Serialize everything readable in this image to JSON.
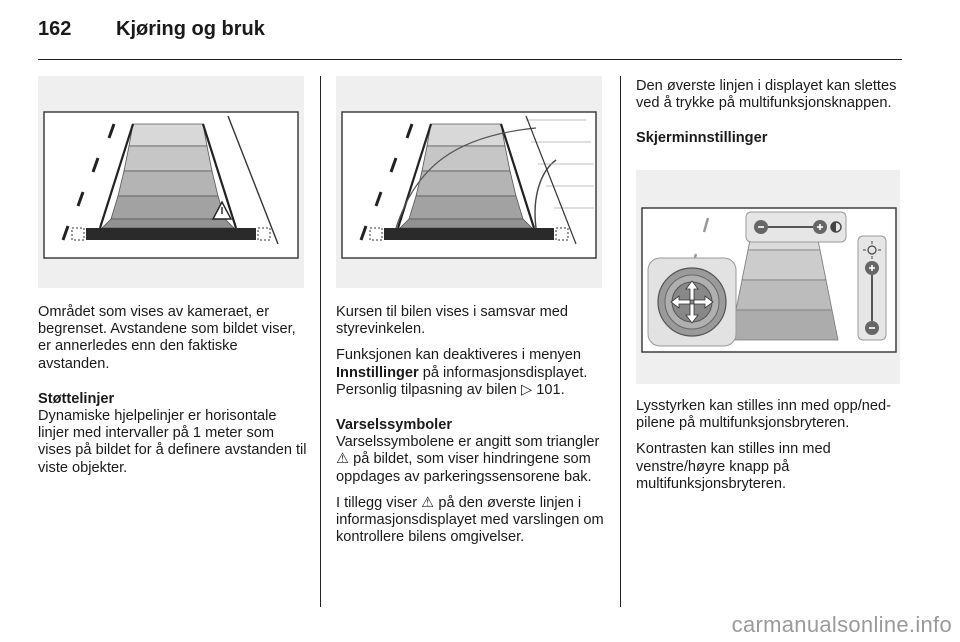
{
  "header": {
    "page_number": "162",
    "title": "Kjøring og bruk"
  },
  "col1": {
    "p1": "Området som vises av kameraet, er begrenset. Avstandene som bildet viser, er annerledes enn den faktiske avstanden.",
    "h1": "Støttelinjer",
    "p2": "Dynamiske hjelpelinjer er horisontale linjer med intervaller på 1 meter som vises på bildet for å definere avstanden til viste objekter."
  },
  "col2": {
    "p1": "Kursen til bilen vises i samsvar med styrevinkelen.",
    "p2_a": "Funksjonen kan deaktiveres i menyen",
    "p2_bold": "Innstillinger",
    "p2_b": "på informasjonsdisplayet. Personlig tilpasning av bilen",
    "p2_ref": "101.",
    "h1": "Varselssymboler",
    "p3_a": "Varselssymbolene er angitt som triangler",
    "p3_b": "på bildet, som viser hindringene som oppdages av parkeringssensorene bak.",
    "p4_a": "I tillegg viser",
    "p4_b": "på den øverste linjen i informasjonsdisplayet med varslingen om kontrollere bilens omgivelser."
  },
  "col3": {
    "p1": "Den øverste linjen i displayet kan slettes ved å trykke på multifunksjonsknappen.",
    "h1": "Skjerminnstillinger",
    "p2": "Lysstyrken kan stilles inn med opp/ned-pilene på multifunksjonsbryteren.",
    "p3": "Kontrasten kan stilles inn med venstre/høyre knapp på multifunksjonsbryteren."
  },
  "watermark": "carmanualsonline.info"
}
